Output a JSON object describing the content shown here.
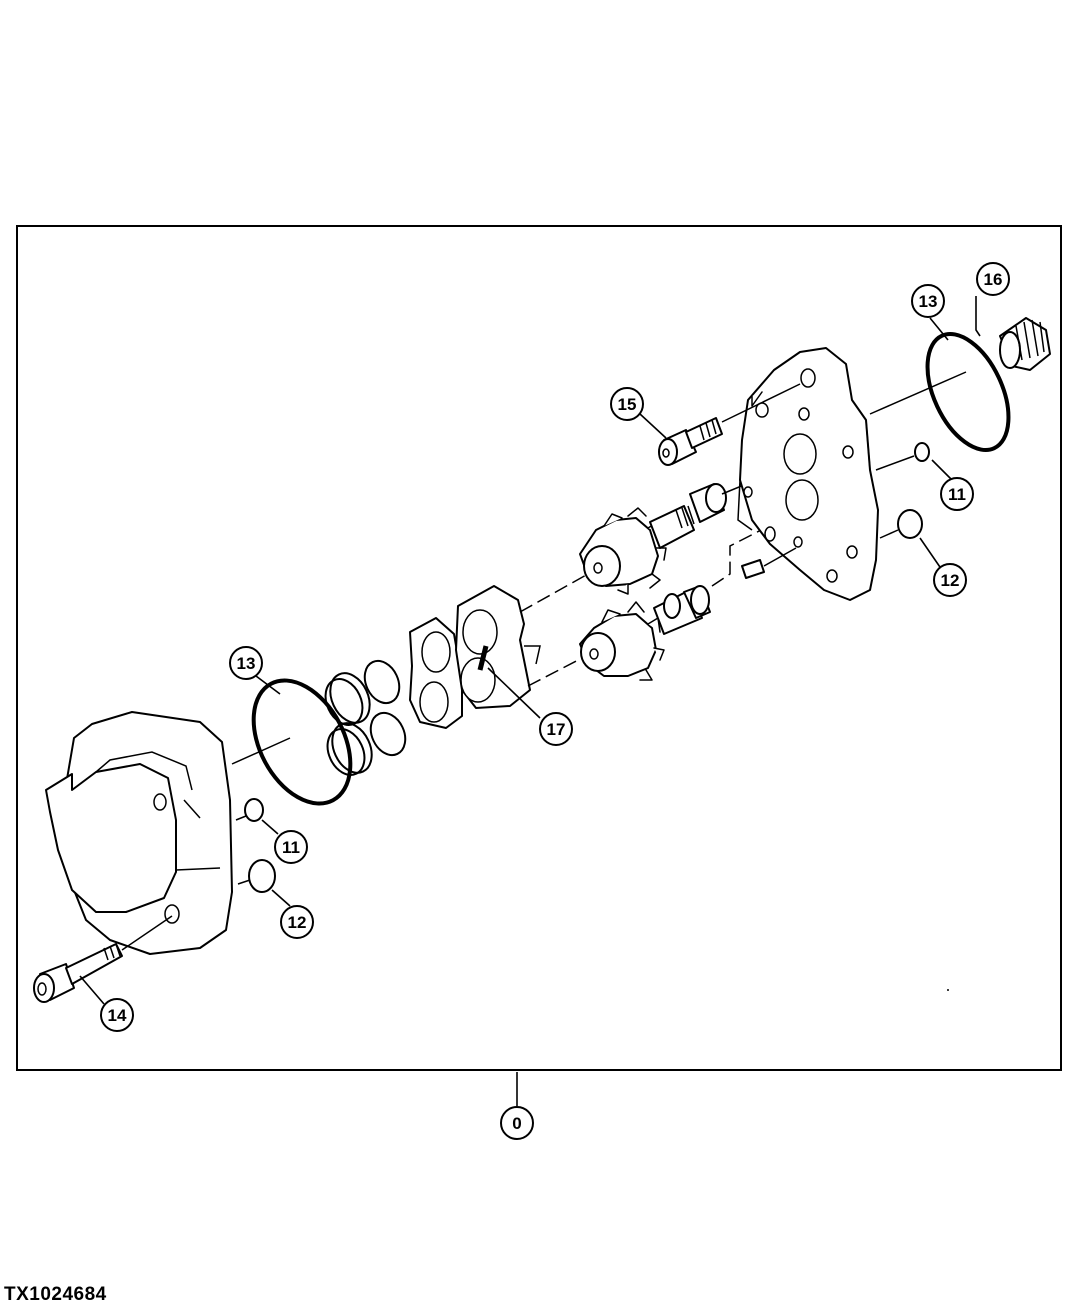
{
  "figure_id": "TX1024684",
  "callouts": {
    "assembly": "0",
    "o_ring_small_rear": "11",
    "o_ring_small_front": "11",
    "o_ring_medium_rear": "12",
    "o_ring_medium_front": "12",
    "seal_ring_rear": "13",
    "seal_ring_front": "13",
    "cap_screw_long": "14",
    "cap_screw_short": "15",
    "needle_bearing": "16",
    "wear_plate_seal": "17"
  }
}
